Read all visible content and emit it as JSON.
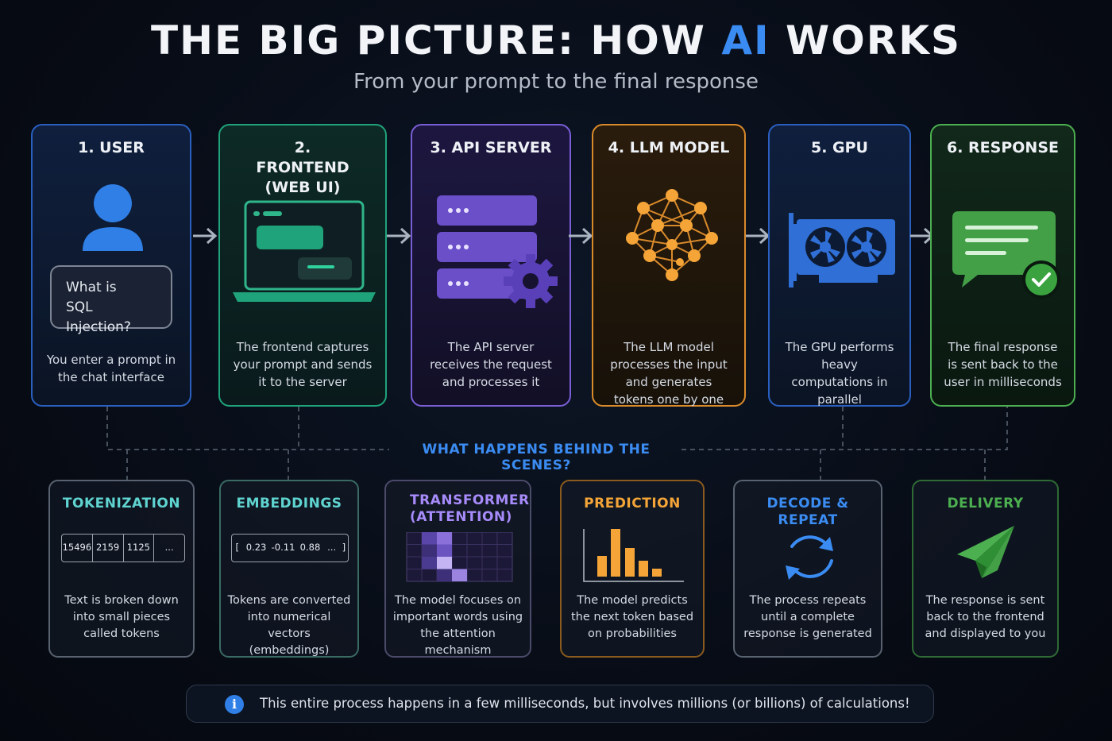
{
  "title": {
    "prefix": "THE BIG PICTURE: HOW ",
    "highlight": "AI",
    "suffix": " WORKS"
  },
  "subtitle": "From your prompt to the final response",
  "colors": {
    "user": "#2f6fd6",
    "frontend": "#1fa37a",
    "api": "#7a5ed6",
    "llm": "#d98a2b",
    "gpu": "#2f6fd6",
    "response": "#4caf50",
    "accent": "#3b8cf2"
  },
  "stages": [
    {
      "title": "1. USER",
      "desc": "You enter a prompt in the chat interface",
      "icon": "user-icon",
      "bubble": [
        "What is",
        "SQL Injection?"
      ]
    },
    {
      "title": "2. FRONTEND (WEB UI)",
      "desc": "The frontend captures your prompt and sends it to the server",
      "icon": "laptop-icon"
    },
    {
      "title": "3. API SERVER",
      "desc": "The API server receives the request and processes it",
      "icon": "server-icon"
    },
    {
      "title": "4. LLM MODEL",
      "desc": "The LLM model processes the input and generates tokens one by one",
      "icon": "neural-network-icon"
    },
    {
      "title": "5. GPU",
      "desc": "The GPU performs heavy computations in parallel",
      "icon": "gpu-icon"
    },
    {
      "title": "6. RESPONSE",
      "desc": "The final response is sent back to the user in milliseconds",
      "icon": "chat-check-icon"
    }
  ],
  "behind_label": "WHAT HAPPENS BEHIND THE SCENES?",
  "steps": [
    {
      "title": "TOKENIZATION",
      "desc": "Text is broken down into small pieces called tokens",
      "tokens": [
        "15496",
        "2159",
        "1125",
        "..."
      ]
    },
    {
      "title": "EMBEDDINGS",
      "desc": "Tokens are converted into numerical vectors (embeddings)",
      "vector": [
        "[",
        "0.23",
        "-0.11",
        "0.88",
        "...",
        "]"
      ]
    },
    {
      "title": "TRANSFORMER (ATTENTION)",
      "desc": "The model focuses on important words using the attention mechanism",
      "icon": "attention-grid-icon"
    },
    {
      "title": "PREDICTION",
      "desc": "The model predicts the next token based on probabilities",
      "icon": "bar-chart-icon"
    },
    {
      "title": "DECODE & REPEAT",
      "desc": "The process repeats until a complete response is generated",
      "icon": "repeat-icon"
    },
    {
      "title": "DELIVERY",
      "desc": "The response is sent back to the frontend and displayed to you",
      "icon": "paper-plane-icon"
    }
  ],
  "footer": "This entire process happens in a few milliseconds, but involves millions (or billions) of calculations!"
}
